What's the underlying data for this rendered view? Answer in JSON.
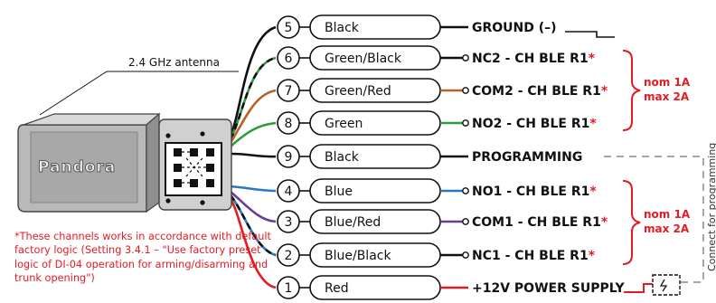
{
  "antenna_label": "2.4 GHz antenna",
  "device_brand": "Pandora",
  "colors": {
    "accent_red": "#e31b23",
    "wire_black": "#111111",
    "wire_green": "#2e9b3a",
    "wire_red_brown": "#b5622a",
    "wire_blue": "#2a78c2",
    "wire_purple": "#6a3d9a",
    "wire_red": "#e31b23"
  },
  "wires": [
    {
      "number": "5",
      "color_label": "Black",
      "output": "GROUND (–)",
      "asterisk": ""
    },
    {
      "number": "6",
      "color_label": "Green/Black",
      "output": "NC2 - CH BLE R1",
      "asterisk": "*"
    },
    {
      "number": "7",
      "color_label": "Green/Red",
      "output": "COM2 - CH BLE R1",
      "asterisk": "*"
    },
    {
      "number": "8",
      "color_label": "Green",
      "output": "NO2 - CH BLE R1",
      "asterisk": "*"
    },
    {
      "number": "9",
      "color_label": "Black",
      "output": "PROGRAMMING",
      "asterisk": ""
    },
    {
      "number": "4",
      "color_label": "Blue",
      "output": "NO1 - CH BLE R1",
      "asterisk": "*"
    },
    {
      "number": "3",
      "color_label": "Blue/Red",
      "output": "COM1 - CH BLE R1",
      "asterisk": "*"
    },
    {
      "number": "2",
      "color_label": "Blue/Black",
      "output": "NC1 - CH BLE R1",
      "asterisk": "*"
    },
    {
      "number": "1",
      "color_label": "Red",
      "output": "+12V POWER SUPPLY",
      "asterisk": ""
    }
  ],
  "ratings": {
    "upper": {
      "line1": "nom 1A",
      "line2": "max 2A"
    },
    "lower": {
      "line1": "nom 1A",
      "line2": "max 2A"
    }
  },
  "side_note": "Connect for programming",
  "footnote": "*These channels works in accordance with default factory logic (Setting 3.4.1 – \"Use factory preset logic of DI-04 operation for arming/disarming and trunk opening\")"
}
